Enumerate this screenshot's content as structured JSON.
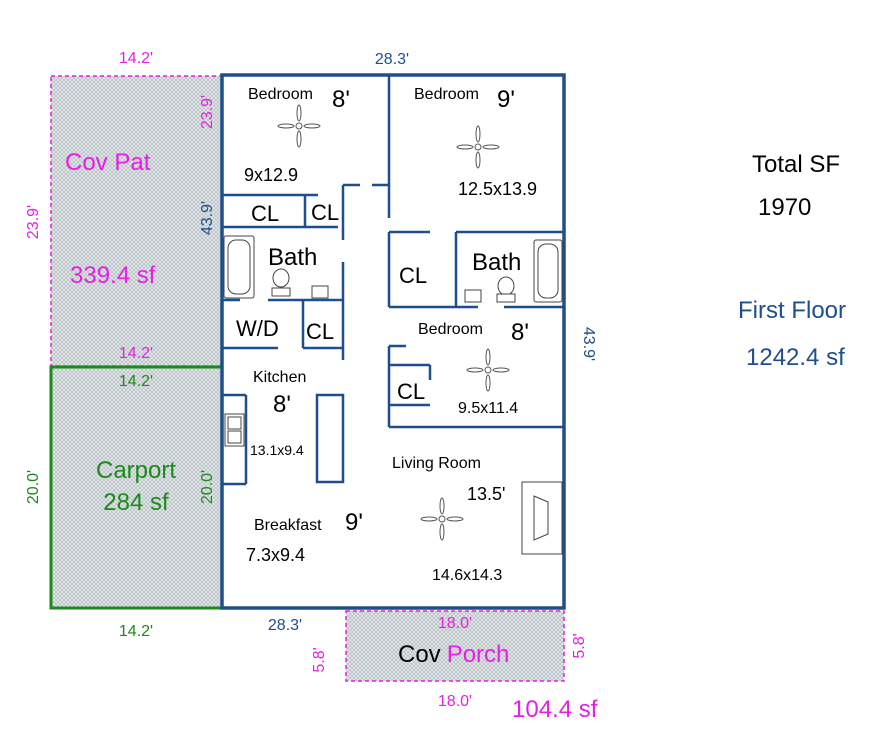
{
  "colors": {
    "house": "#1f4e8c",
    "patio": "#e61ee6",
    "carport": "#1a8a1a",
    "black": "#000000",
    "hatch_fill": "#dde3e6"
  },
  "summary": {
    "total_label": "Total SF",
    "total_value": "1970",
    "floor_label": "First Floor",
    "floor_value": "1242.4 sf"
  },
  "house_dims": {
    "top": "28.3'",
    "bottom": "28.3'",
    "right": "43.9'",
    "left": "43.9'"
  },
  "patio": {
    "name": "Cov Pat",
    "area": "339.4 sf",
    "dim_top": "14.2'",
    "dim_bottom": "14.2'",
    "dim_left": "23.9'",
    "dim_right": "23.9'"
  },
  "carport": {
    "name": "Carport",
    "area": "284 sf",
    "dim_top": "14.2'",
    "dim_bottom": "14.2'",
    "dim_left": "20.0'",
    "dim_right": "20.0'"
  },
  "porch": {
    "name_part1": "Cov",
    "name_part2": "Porch",
    "area": "104.4 sf",
    "dim_top": "18.0'",
    "dim_bottom": "18.0'",
    "dim_left": "5.8'",
    "dim_right": "5.8'"
  },
  "rooms": {
    "bed1": {
      "name": "Bedroom",
      "height": "8'",
      "size": "9x12.9"
    },
    "bed2": {
      "name": "Bedroom",
      "height": "9'",
      "size": "12.5x13.9"
    },
    "bed3": {
      "name": "Bedroom",
      "height": "8'",
      "size": "9.5x11.4"
    },
    "bath1": {
      "name": "Bath"
    },
    "bath2": {
      "name": "Bath"
    },
    "closet": "CL",
    "laundry": "W/D",
    "kitchen": {
      "name": "Kitchen",
      "height": "8'",
      "size": "13.1x9.4"
    },
    "breakfast": {
      "name": "Breakfast",
      "height": "9'",
      "size": "7.3x9.4"
    },
    "living": {
      "name": "Living Room",
      "height": "13.5'",
      "size": "14.6x14.3"
    }
  }
}
